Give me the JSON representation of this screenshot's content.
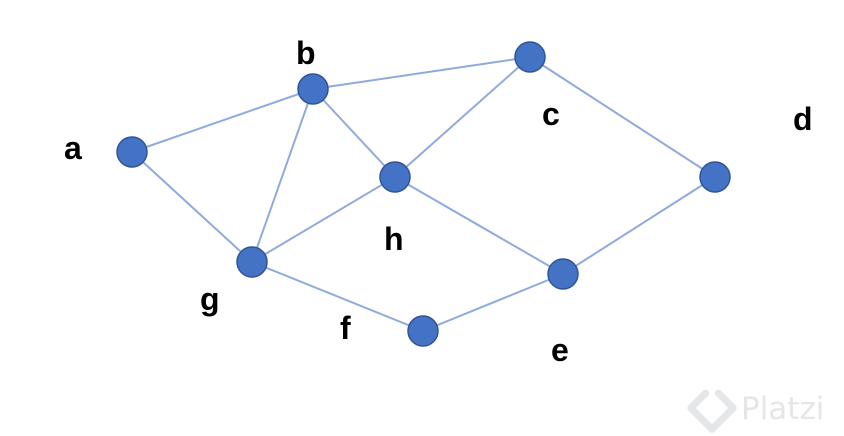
{
  "graph": {
    "colors": {
      "node_fill": "#4472c4",
      "node_stroke": "#2f5597",
      "edge": "#8faadc",
      "label": "#000000",
      "watermark": "#e4e6e8"
    },
    "nodes": [
      {
        "id": "a",
        "label": "a"
      },
      {
        "id": "b",
        "label": "b"
      },
      {
        "id": "c",
        "label": "c"
      },
      {
        "id": "d",
        "label": "d"
      },
      {
        "id": "e",
        "label": "e"
      },
      {
        "id": "f",
        "label": "f"
      },
      {
        "id": "g",
        "label": "g"
      },
      {
        "id": "h",
        "label": "h"
      }
    ],
    "edges": [
      {
        "from": "a",
        "to": "b"
      },
      {
        "from": "a",
        "to": "g"
      },
      {
        "from": "b",
        "to": "c"
      },
      {
        "from": "b",
        "to": "g"
      },
      {
        "from": "b",
        "to": "h"
      },
      {
        "from": "c",
        "to": "h"
      },
      {
        "from": "c",
        "to": "d"
      },
      {
        "from": "d",
        "to": "e"
      },
      {
        "from": "e",
        "to": "f"
      },
      {
        "from": "e",
        "to": "h"
      },
      {
        "from": "f",
        "to": "g"
      },
      {
        "from": "g",
        "to": "h"
      }
    ]
  },
  "watermark": {
    "text": "Platzi",
    "icon": "platzi-logo-icon"
  }
}
